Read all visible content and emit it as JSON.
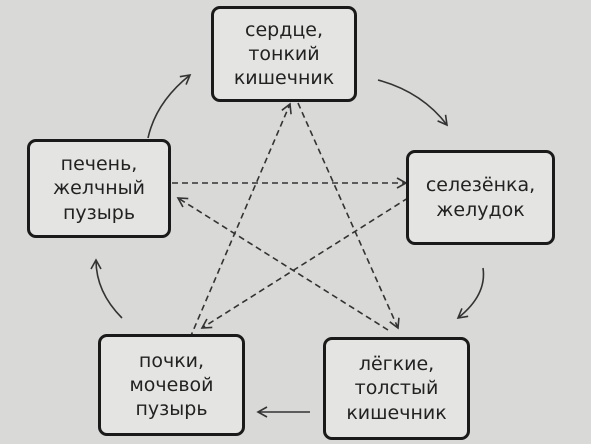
{
  "nodes": {
    "heart": {
      "lines": [
        "сердце,",
        "тонкий",
        "кишечник"
      ]
    },
    "spleen": {
      "lines": [
        "селезёнка,",
        "желудок"
      ]
    },
    "lungs": {
      "lines": [
        "лёгкие,",
        "толстый",
        "кишечник"
      ]
    },
    "kidneys": {
      "lines": [
        "почки,",
        "мочевой",
        "пузырь"
      ]
    },
    "liver": {
      "lines": [
        "печень,",
        "желчный",
        "пузырь"
      ]
    }
  },
  "generating_cycle": [
    "heart",
    "spleen",
    "lungs",
    "kidneys",
    "liver"
  ],
  "controlling_arrows": [
    [
      "heart",
      "lungs"
    ],
    [
      "lungs",
      "liver"
    ],
    [
      "liver",
      "spleen"
    ],
    [
      "spleen",
      "kidneys"
    ],
    [
      "kidneys",
      "heart"
    ]
  ],
  "colors": {
    "background": "#d9d9d7",
    "box_fill": "#e4e4e2",
    "ink": "#1a1a1a"
  }
}
